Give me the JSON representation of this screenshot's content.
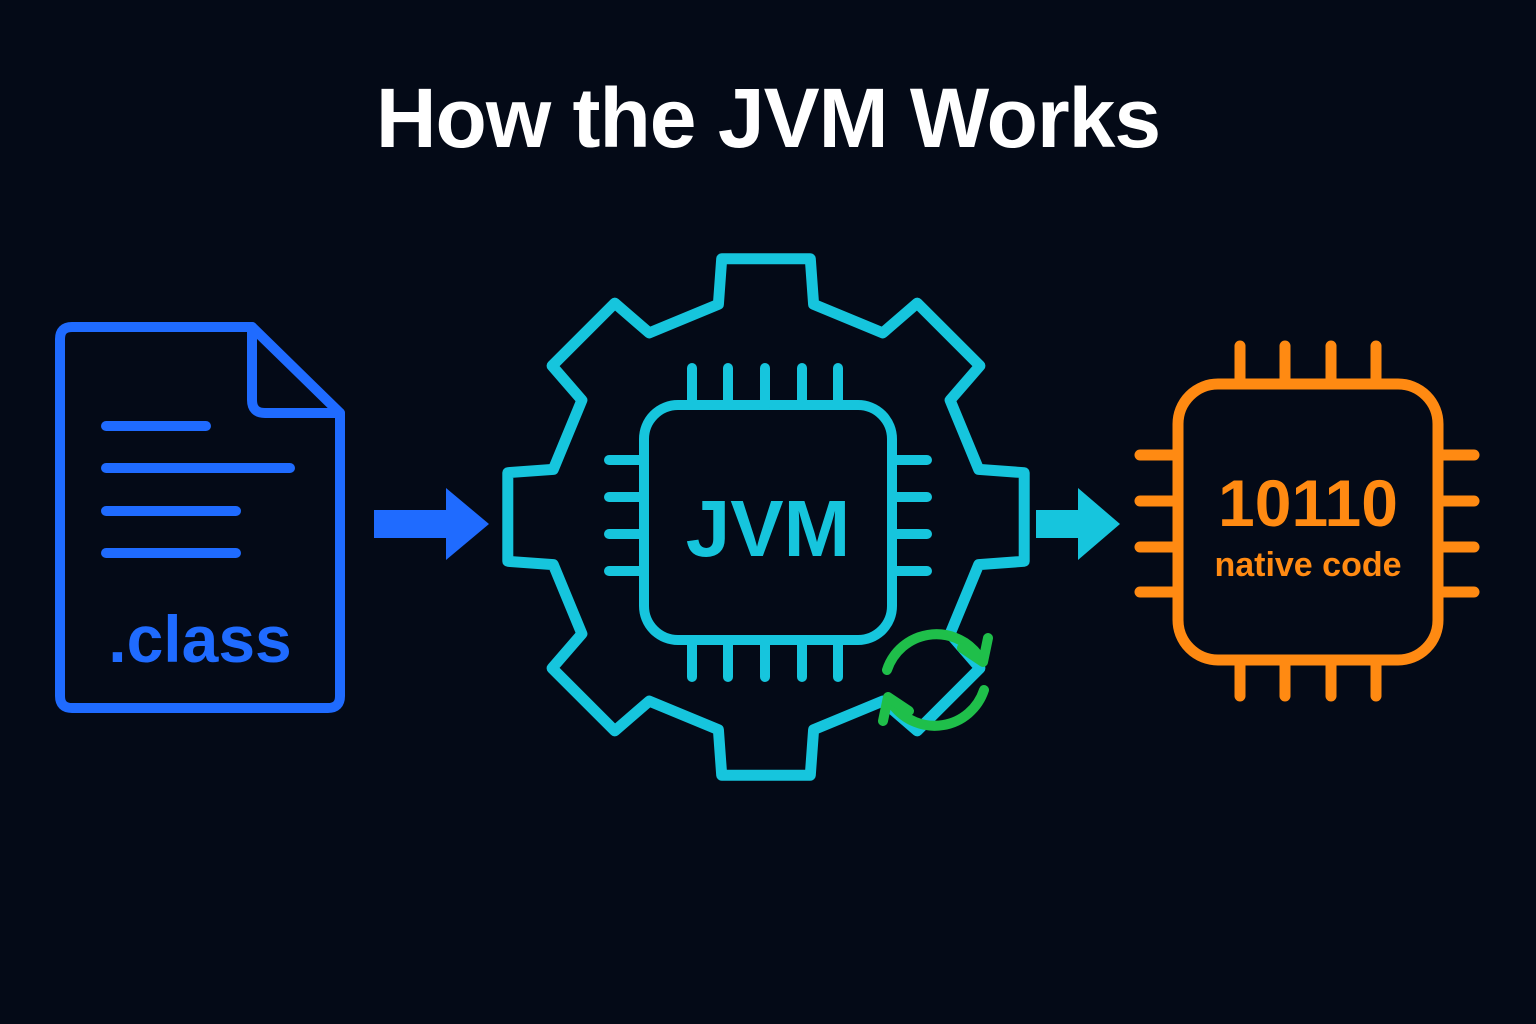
{
  "title": "How the JVM Works",
  "class_file": {
    "label": ".class",
    "icon": "file-icon",
    "color": "#1f6bff"
  },
  "jvm": {
    "label": "JVM",
    "icon": "gear-chip-icon",
    "color": "#16c5dd",
    "refresh_icon": "refresh-cycle-icon",
    "refresh_color": "#1fbf4a"
  },
  "native": {
    "bits": "10110",
    "label": "native code",
    "icon": "cpu-chip-icon",
    "color": "#ff8a12"
  },
  "arrows": [
    {
      "icon": "right-arrow-icon",
      "color": "#1f6bff"
    },
    {
      "icon": "right-arrow-icon",
      "color": "#16c5dd"
    }
  ],
  "background": "#040a17"
}
